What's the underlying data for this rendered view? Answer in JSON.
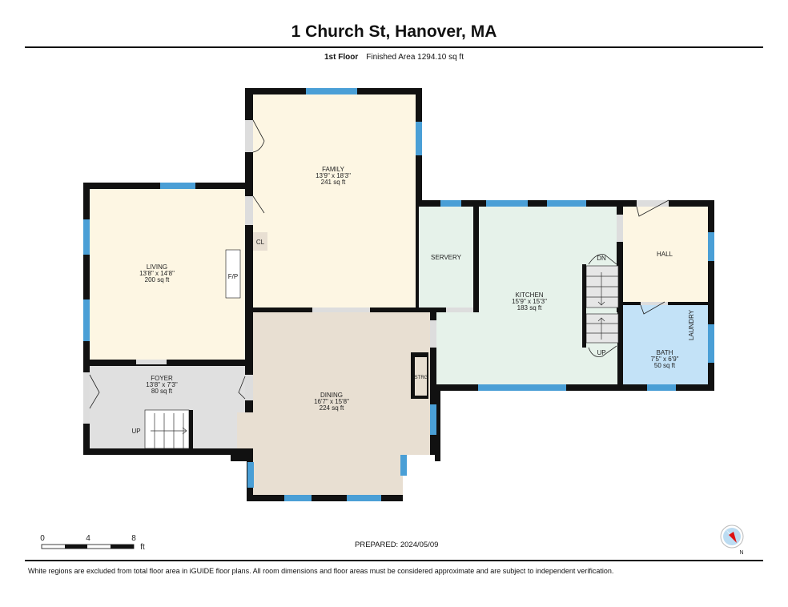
{
  "header": {
    "title": "1 Church St, Hanover, MA",
    "floor": "1st Floor",
    "finished_area": "Finished Area 1294.10 sq ft"
  },
  "rooms": {
    "family": {
      "name": "FAMILY",
      "dims": "13'9\" x 18'3\"",
      "area": "241 sq ft"
    },
    "living": {
      "name": "LIVING",
      "dims": "13'8\" x 14'8\"",
      "area": "200 sq ft"
    },
    "foyer": {
      "name": "FOYER",
      "dims": "13'8\" x 7'3\"",
      "area": "80 sq ft"
    },
    "dining": {
      "name": "DINING",
      "dims": "16'7\" x 15'8\"",
      "area": "224 sq ft"
    },
    "kitchen": {
      "name": "KITCHEN",
      "dims": "15'9\" x 15'3\"",
      "area": "183 sq ft"
    },
    "bath": {
      "name": "BATH",
      "dims": "7'5\" x 6'9\"",
      "area": "50 sq ft"
    },
    "servery": {
      "name": "SERVERY"
    },
    "hall": {
      "name": "HALL"
    },
    "laundry": {
      "name": "LAUNDRY"
    },
    "closet": {
      "name": "CL"
    },
    "fireplace": {
      "name": "F/P"
    },
    "storage": {
      "name": "STRG"
    }
  },
  "stairs": {
    "foyer_up": "UP",
    "kitchen_dn": "DN",
    "kitchen_up": "UP"
  },
  "scale": {
    "ticks": [
      "0",
      "4",
      "8"
    ],
    "unit": "ft"
  },
  "prepared": "PREPARED: 2024/05/09",
  "compass": {
    "label": "N"
  },
  "footer": "White regions are excluded from total floor area in iGUIDE floor plans. All room dimensions and floor areas must be considered approximate and are subject to independent verification.",
  "colors": {
    "wall": "#111111",
    "window": "#4a9fd6",
    "yellow_room": "#fdf6e3",
    "grey_room": "#e0e0e0",
    "dining": "#e8dfd2",
    "green_room": "#e6f2ea",
    "bath": "#c3e2f7"
  }
}
